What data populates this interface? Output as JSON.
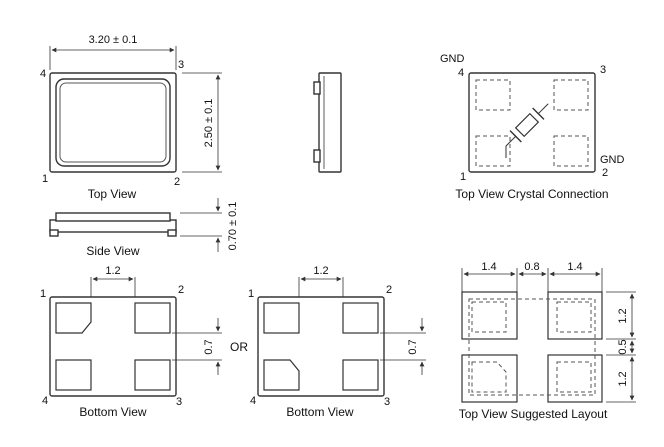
{
  "top_view": {
    "caption": "Top View",
    "width_dim": "3.20 ± 0.1",
    "height_dim": "2.50 ± 0.1",
    "pins": {
      "p1": "1",
      "p2": "2",
      "p3": "3",
      "p4": "4"
    }
  },
  "side_view": {
    "caption": "Side View",
    "height_dim": "0.70 ± 0.1"
  },
  "crystal_view": {
    "caption": "Top View Crystal Connection",
    "gnd_top": "GND",
    "gnd_bottom": "GND",
    "pins": {
      "p1": "1",
      "p2": "2",
      "p3": "3",
      "p4": "4"
    }
  },
  "bottom_view_a": {
    "caption": "Bottom View",
    "gap_dim": "1.2",
    "pad_dim": "0.7",
    "pins": {
      "p1": "1",
      "p2": "2",
      "p3": "3",
      "p4": "4"
    }
  },
  "or_label": "OR",
  "bottom_view_b": {
    "caption": "Bottom View",
    "gap_dim": "1.2",
    "pad_dim": "0.7",
    "pins": {
      "p1": "1",
      "p2": "2",
      "p3": "3",
      "p4": "4"
    }
  },
  "layout_view": {
    "caption": "Top View Suggested Layout",
    "dim_left": "1.4",
    "dim_mid": "0.8",
    "dim_right": "1.4",
    "dim_v_top": "1.2",
    "dim_v_mid": "0.5",
    "dim_v_bot": "1.2"
  }
}
